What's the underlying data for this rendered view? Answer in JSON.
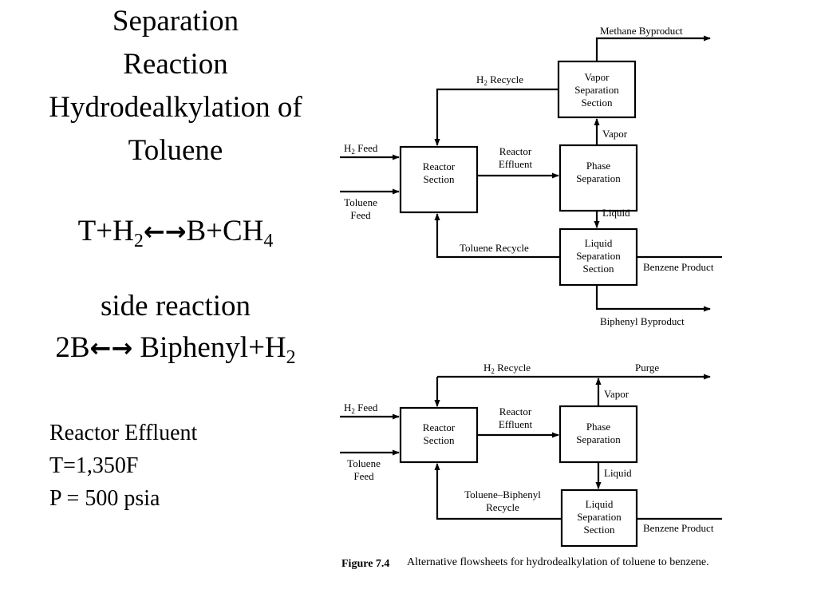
{
  "title": {
    "line1": "Separation",
    "line2": "Reaction",
    "line3": "Hydrodealkylation of",
    "line4": "Toluene"
  },
  "main_reaction": {
    "t": "T+H",
    "sub1": "2",
    "arrows": "←→",
    "prod": "B+CH",
    "sub2": "4"
  },
  "side_reaction": {
    "heading": "side reaction",
    "lhs": "2B",
    "arrows": "←→",
    "rhs": " Biphenyl+H",
    "sub": "2"
  },
  "conditions": {
    "line1": "Reactor Effluent",
    "line2": "T=1,350F",
    "line3": "P = 500 psia"
  },
  "flowsheet_top": {
    "reactor": [
      "Reactor",
      "Section"
    ],
    "phase": [
      "Phase",
      "Separation"
    ],
    "vapor_sep": [
      "Vapor",
      "Separation",
      "Section"
    ],
    "liquid_sep": [
      "Liquid",
      "Separation",
      "Section"
    ],
    "h2_feed": "H",
    "h2_feed_sub": "2",
    "h2_feed_rest": " Feed",
    "toluene_feed": [
      "Toluene",
      "Feed"
    ],
    "reactor_effluent": [
      "Reactor",
      "Effluent"
    ],
    "vapor": "Vapor",
    "liquid": "Liquid",
    "h2_recycle": "H",
    "h2_recycle_sub": "2",
    "h2_recycle_rest": " Recycle",
    "methane": "Methane Byproduct",
    "toluene_recycle": "Toluene Recycle",
    "benzene": "Benzene Product",
    "biphenyl": "Biphenyl Byproduct"
  },
  "flowsheet_bottom": {
    "reactor": [
      "Reactor",
      "Section"
    ],
    "phase": [
      "Phase",
      "Separation"
    ],
    "liquid_sep": [
      "Liquid",
      "Separation",
      "Section"
    ],
    "h2_feed": "H",
    "h2_feed_sub": "2",
    "h2_feed_rest": " Feed",
    "toluene_feed": [
      "Toluene",
      "Feed"
    ],
    "reactor_effluent": [
      "Reactor",
      "Effluent"
    ],
    "vapor": "Vapor",
    "liquid": "Liquid",
    "h2_recycle": "H",
    "h2_recycle_sub": "2",
    "h2_recycle_rest": " Recycle",
    "purge": "Purge",
    "tb_recycle": [
      "Toluene–Biphenyl",
      "Recycle"
    ],
    "benzene": "Benzene Product"
  },
  "caption": {
    "label": "Figure 7.4",
    "text": "Alternative flowsheets for hydrodealkylation of toluene to benzene."
  }
}
